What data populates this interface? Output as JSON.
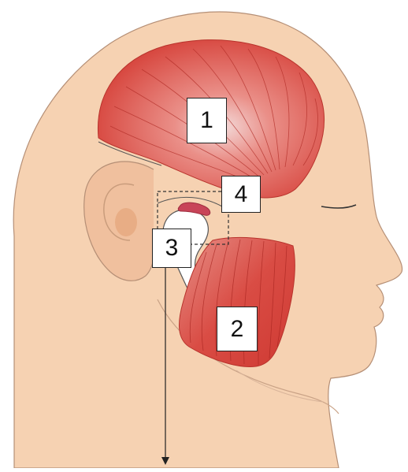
{
  "labels": {
    "temporalis": "1",
    "masseter": "2",
    "mandibular_condyle": "3",
    "articular_disc": "4"
  },
  "colors": {
    "skin": "#f6d2b2",
    "skin_outline": "#b58f76",
    "muscle": "#d6423a",
    "muscle_fiber": "#a8241f",
    "disc": "#c84458",
    "bone": "#ffffff"
  }
}
